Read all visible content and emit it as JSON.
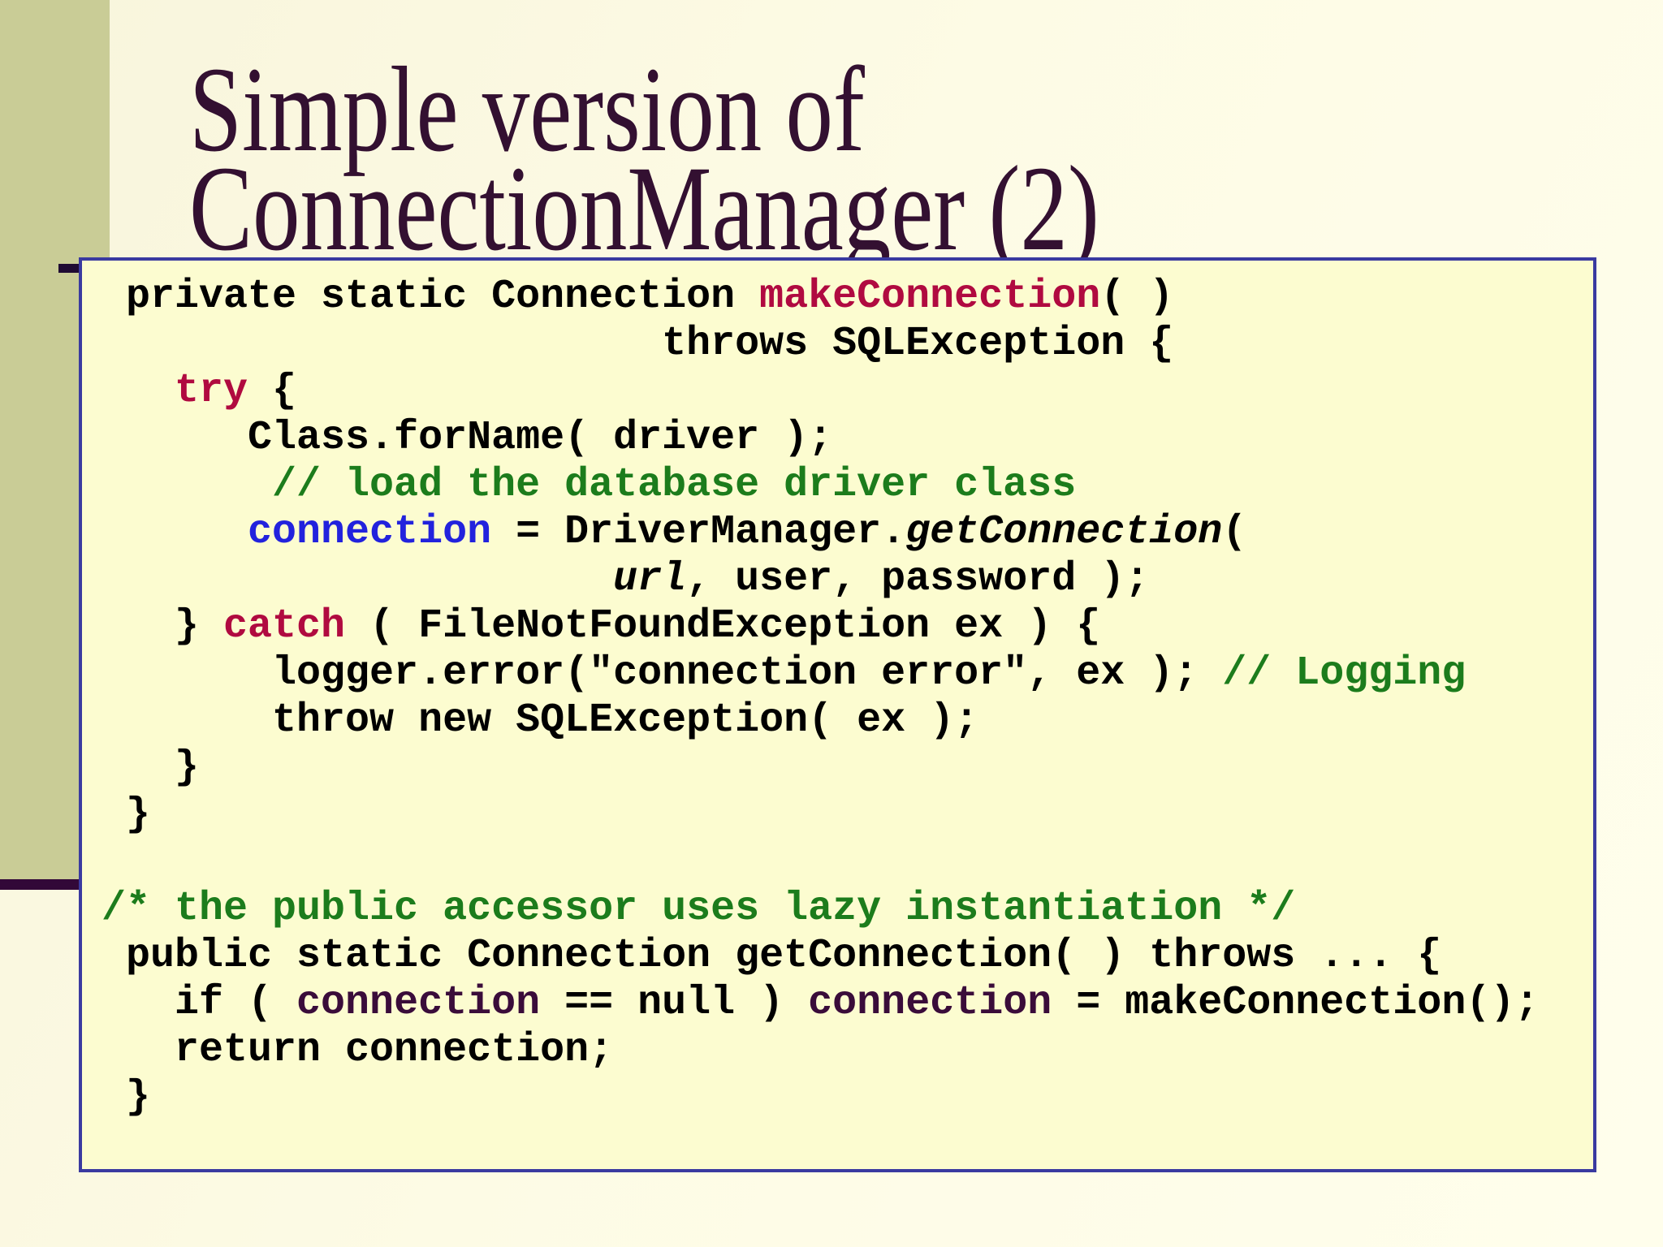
{
  "slide": {
    "title": {
      "line1": "Simple version of",
      "line2": "ConnectionManager (2)"
    }
  },
  "colors": {
    "title": "#331031",
    "olive_bar": "#C9CC96",
    "purple_line": "#320838",
    "dash": "#1F0B33",
    "box_bg": "#FCFCD0",
    "box_border": "#3A3AA0",
    "k": "#000000",
    "r": "#B00A40",
    "g": "#1C7C1C",
    "b": "#2222DD",
    "p": "#3A0C3A"
  },
  "code_lines": [
    [
      {
        "t": " private static Connection ",
        "c": "k"
      },
      {
        "t": "makeConnection",
        "c": "r"
      },
      {
        "t": "( )",
        "c": "k"
      }
    ],
    [
      {
        "t": "                       throws SQLException {",
        "c": "k"
      }
    ],
    [
      {
        "t": "   ",
        "c": "k"
      },
      {
        "t": "try",
        "c": "r"
      },
      {
        "t": " {",
        "c": "k"
      }
    ],
    [
      {
        "t": "      Class.forName( driver );",
        "c": "k"
      }
    ],
    [
      {
        "t": "       // load the database driver class",
        "c": "g"
      }
    ],
    [
      {
        "t": "      ",
        "c": "k"
      },
      {
        "t": "connection",
        "c": "b"
      },
      {
        "t": " = DriverManager.",
        "c": "k"
      },
      {
        "t": "getConnection",
        "c": "k",
        "i": true
      },
      {
        "t": "(",
        "c": "k"
      }
    ],
    [
      {
        "t": "                     ",
        "c": "k"
      },
      {
        "t": "url",
        "c": "k",
        "i": true
      },
      {
        "t": ", user, password );",
        "c": "k"
      }
    ],
    [
      {
        "t": "   } ",
        "c": "k"
      },
      {
        "t": "catch",
        "c": "r"
      },
      {
        "t": " ( FileNotFoundException ex ) {",
        "c": "k"
      }
    ],
    [
      {
        "t": "       logger.error(\"connection error\", ex ); ",
        "c": "k"
      },
      {
        "t": "// Logging",
        "c": "g"
      }
    ],
    [
      {
        "t": "       throw new SQLException( ex );",
        "c": "k"
      }
    ],
    [
      {
        "t": "   }",
        "c": "k"
      }
    ],
    [
      {
        "t": " }",
        "c": "k"
      }
    ],
    [],
    [
      {
        "t": "/* the public accessor uses lazy instantiation */",
        "c": "g"
      }
    ],
    [
      {
        "t": " public static Connection getConnection( ) throws ... {",
        "c": "k"
      }
    ],
    [
      {
        "t": "   if ( ",
        "c": "k"
      },
      {
        "t": "connection",
        "c": "p"
      },
      {
        "t": " == null ) ",
        "c": "k"
      },
      {
        "t": "connection",
        "c": "p"
      },
      {
        "t": " = makeConnection();",
        "c": "k"
      }
    ],
    [
      {
        "t": "   return connection;",
        "c": "k"
      }
    ],
    [
      {
        "t": " }",
        "c": "k"
      }
    ]
  ]
}
